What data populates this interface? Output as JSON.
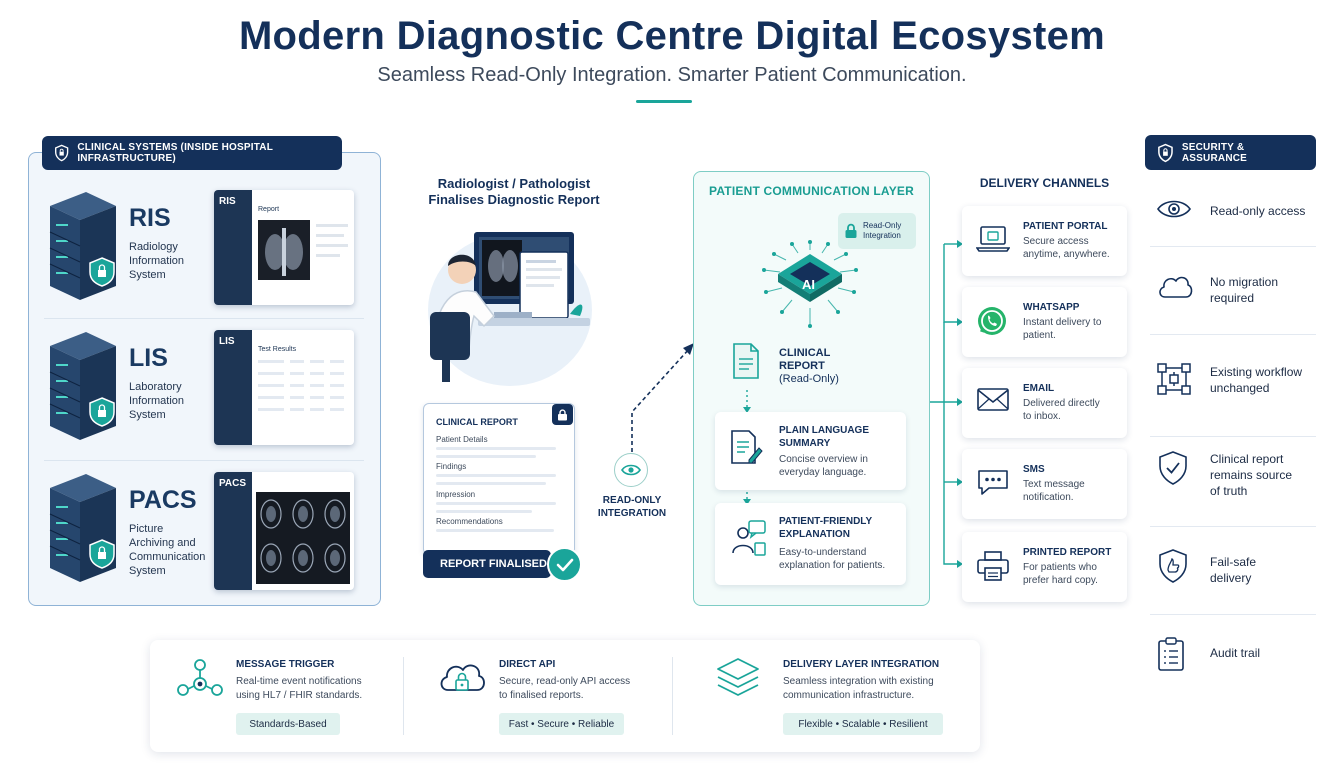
{
  "header": {
    "title": "Modern Diagnostic Centre Digital Ecosystem",
    "subtitle": "Seamless Read-Only Integration. Smarter Patient Communication."
  },
  "clinical": {
    "panel_label": "CLINICAL SYSTEMS (INSIDE HOSPITAL INFRASTRUCTURE)",
    "systems": [
      {
        "name": "RIS",
        "line1": "Radiology",
        "line2": "Information",
        "line3": "System",
        "screen_tag": "RIS",
        "screen_sub": "Report"
      },
      {
        "name": "LIS",
        "line1": "Laboratory",
        "line2": "Information",
        "line3": "System",
        "screen_tag": "LIS",
        "screen_sub": "Test Results"
      },
      {
        "name": "PACS",
        "line1": "Picture",
        "line2": "Archiving and",
        "line3": "Communication",
        "line4": "System",
        "screen_tag": "PACS",
        "screen_sub": ""
      }
    ]
  },
  "radiologist": {
    "caption_line1": "Radiologist / Pathologist",
    "caption_line2": "Finalises Diagnostic Report",
    "report_card": {
      "title": "CLINICAL REPORT",
      "fields": [
        "Patient Details",
        "Findings",
        "Impression",
        "Recommendations"
      ]
    },
    "status": "REPORT FINALISED"
  },
  "readonly": {
    "line1": "READ-ONLY",
    "line2": "INTEGRATION"
  },
  "pcl": {
    "title": "PATIENT COMMUNICATION LAYER",
    "chip_line1": "Read-Only",
    "chip_line2": "Integration",
    "ai_label": "AI",
    "report_line1": "CLINICAL",
    "report_line2": "REPORT",
    "report_line3": "(Read-Only)",
    "cards": [
      {
        "title1": "PLAIN LANGUAGE",
        "title2": "SUMMARY",
        "desc1": "Concise overview in",
        "desc2": "everyday language."
      },
      {
        "title1": "PATIENT-FRIENDLY",
        "title2": "EXPLANATION",
        "desc1": "Easy-to-understand",
        "desc2": "explanation for patients."
      }
    ]
  },
  "delivery": {
    "title": "DELIVERY CHANNELS",
    "channels": [
      {
        "title": "PATIENT PORTAL",
        "desc1": "Secure access",
        "desc2": "anytime, anywhere.",
        "icon": "laptop-icon"
      },
      {
        "title": "WHATSAPP",
        "desc1": "Instant delivery to",
        "desc2": "patient.",
        "icon": "whatsapp-icon"
      },
      {
        "title": "EMAIL",
        "desc1": "Delivered directly",
        "desc2": "to inbox.",
        "icon": "envelope-icon"
      },
      {
        "title": "SMS",
        "desc1": "Text message",
        "desc2": "notification.",
        "icon": "sms-icon"
      },
      {
        "title": "PRINTED REPORT",
        "desc1": "For patients who",
        "desc2": "prefer hard copy.",
        "icon": "printer-icon"
      }
    ]
  },
  "security": {
    "label": "SECURITY & ASSURANCE",
    "items": [
      {
        "text1": "Read-only access",
        "text2": "",
        "text3": "",
        "icon": "eye-icon"
      },
      {
        "text1": "No migration",
        "text2": "required",
        "text3": "",
        "icon": "cloud-icon"
      },
      {
        "text1": "Existing workflow",
        "text2": "unchanged",
        "text3": "",
        "icon": "workflow-icon"
      },
      {
        "text1": "Clinical report",
        "text2": "remains source",
        "text3": "of truth",
        "icon": "shield-check-icon"
      },
      {
        "text1": "Fail-safe",
        "text2": "delivery",
        "text3": "",
        "icon": "shield-hand-icon"
      },
      {
        "text1": "Audit trail",
        "text2": "",
        "text3": "",
        "icon": "clipboard-icon"
      }
    ]
  },
  "integration": {
    "blocks": [
      {
        "title": "MESSAGE TRIGGER",
        "desc1": "Real-time event notifications",
        "desc2": "using HL7 / FHIR standards.",
        "tag": "Standards-Based",
        "icon": "network-icon"
      },
      {
        "title": "DIRECT API",
        "desc1": "Secure, read-only API access",
        "desc2": "to finalised reports.",
        "tag": "Fast • Secure • Reliable",
        "icon": "cloud-lock-icon"
      },
      {
        "title": "DELIVERY LAYER INTEGRATION",
        "desc1": "Seamless integration with existing",
        "desc2": "communication infrastructure.",
        "tag": "Flexible • Scalable • Resilient",
        "icon": "layers-icon"
      }
    ]
  },
  "colors": {
    "navy": "#14305a",
    "teal": "#1aa59a",
    "light_blue": "#f1f6fb"
  }
}
